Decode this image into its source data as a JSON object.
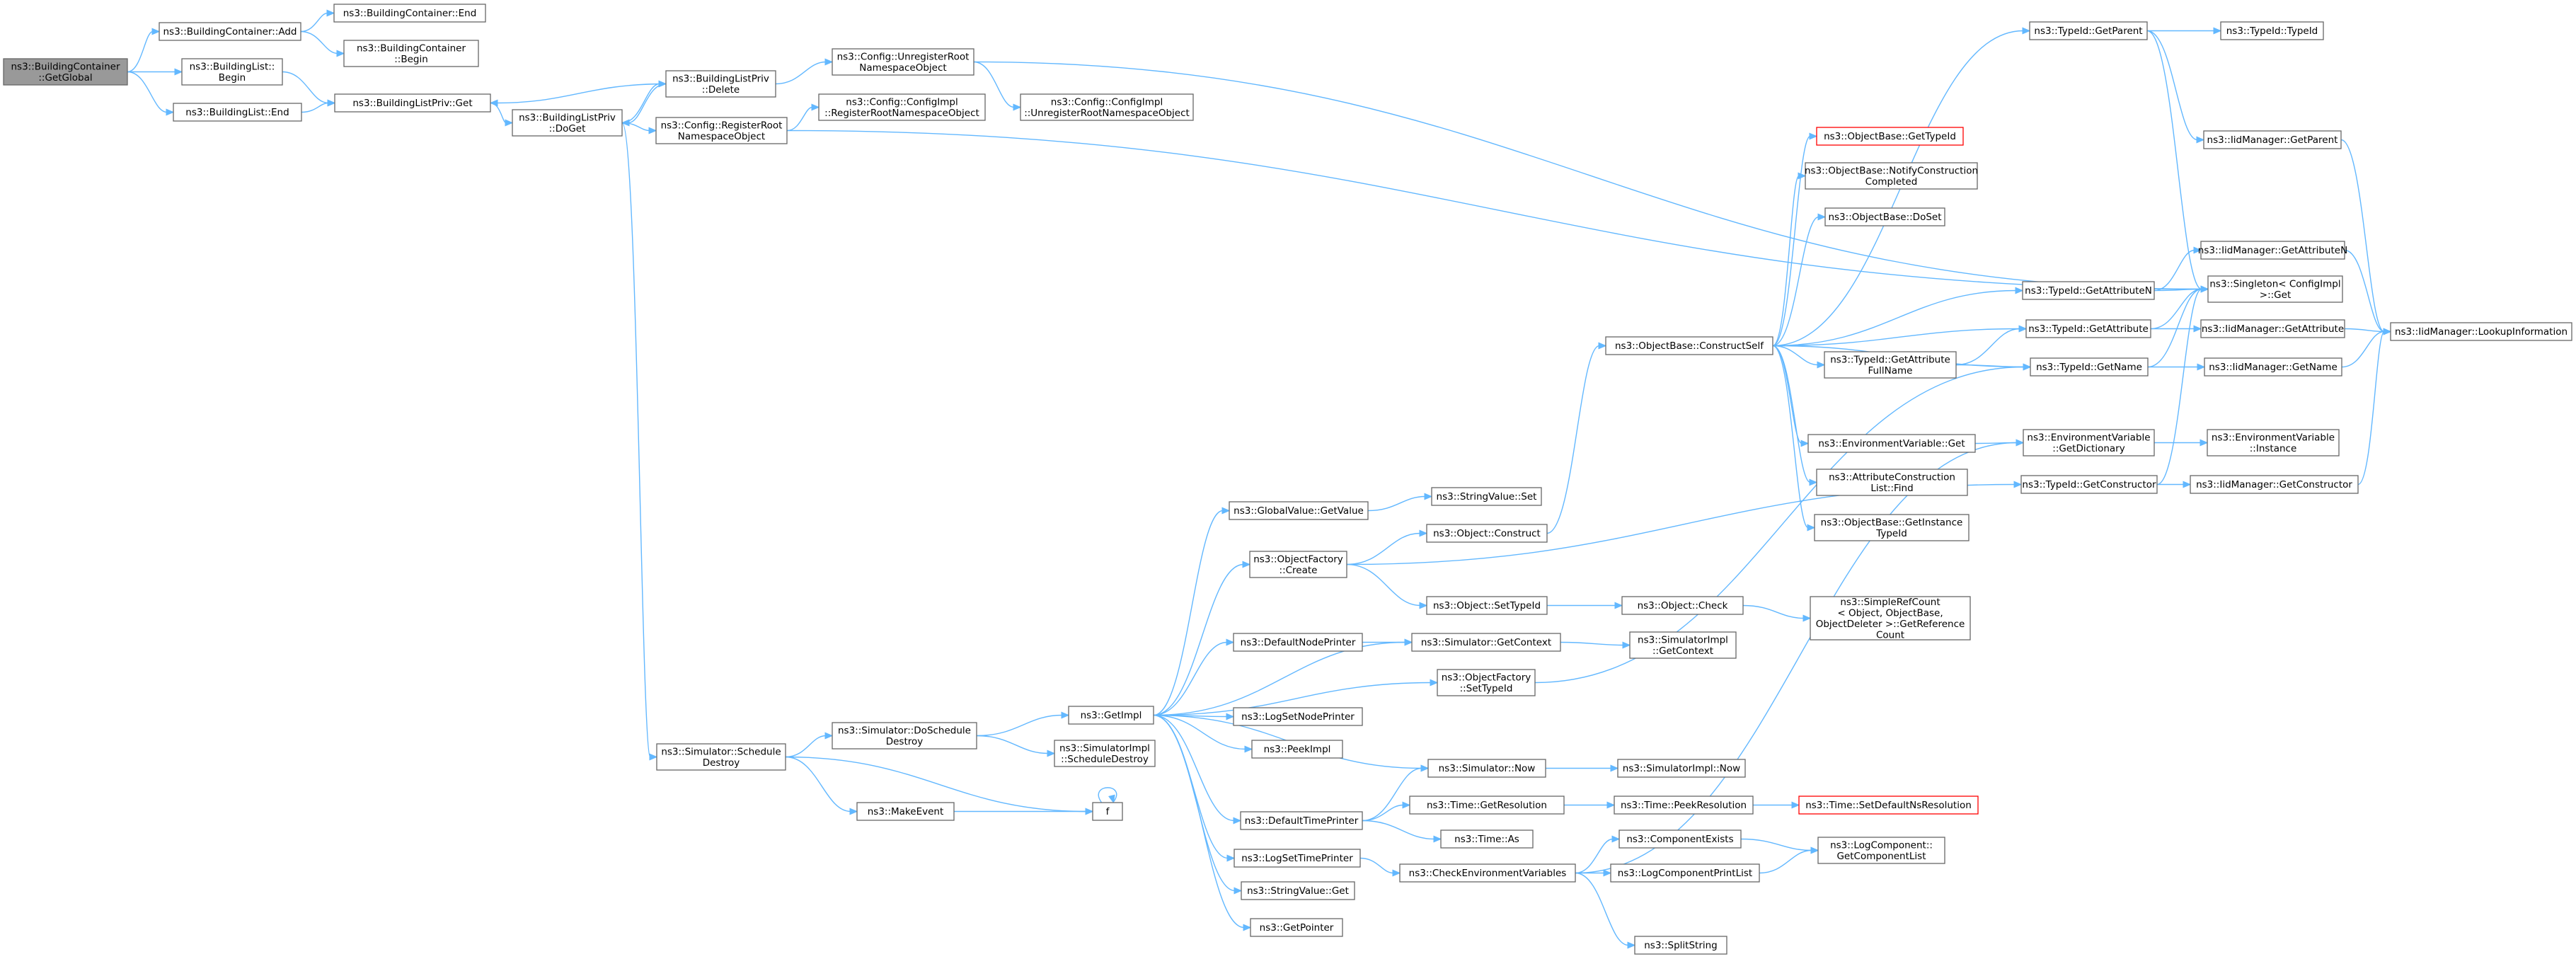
{
  "graph": {
    "colors": {
      "edge": "#63b8ff",
      "node_border": "#666666",
      "root_fill": "#999999",
      "highlight_border": "#ff0000"
    },
    "nodes": [
      {
        "id": "n1",
        "label": [
          "ns3::BuildingContainer",
          "::GetGlobal"
        ],
        "root": true
      },
      {
        "id": "n2",
        "label": [
          "ns3::BuildingContainer::Add"
        ]
      },
      {
        "id": "n3",
        "label": [
          "ns3::BuildingList::",
          "Begin"
        ]
      },
      {
        "id": "n4",
        "label": [
          "ns3::BuildingList::End"
        ]
      },
      {
        "id": "n5",
        "label": [
          "ns3::BuildingContainer::End"
        ]
      },
      {
        "id": "n6",
        "label": [
          "ns3::BuildingContainer",
          "::Begin"
        ]
      },
      {
        "id": "n7",
        "label": [
          "ns3::BuildingListPriv::Get"
        ]
      },
      {
        "id": "n8",
        "label": [
          "ns3::BuildingListPriv",
          "::DoGet"
        ]
      },
      {
        "id": "n9",
        "label": [
          "ns3::BuildingListPriv",
          "::Delete"
        ]
      },
      {
        "id": "n10",
        "label": [
          "ns3::Config::RegisterRoot",
          "NamespaceObject"
        ]
      },
      {
        "id": "n11",
        "label": [
          "ns3::Config::UnregisterRoot",
          "NamespaceObject"
        ]
      },
      {
        "id": "n12",
        "label": [
          "ns3::Config::ConfigImpl",
          "::RegisterRootNamespaceObject"
        ]
      },
      {
        "id": "n13",
        "label": [
          "ns3::Config::ConfigImpl",
          "::UnregisterRootNamespaceObject"
        ]
      },
      {
        "id": "n14",
        "label": [
          "ns3::Simulator::Schedule",
          "Destroy"
        ]
      },
      {
        "id": "n15",
        "label": [
          "ns3::Simulator::DoSchedule",
          "Destroy"
        ]
      },
      {
        "id": "n16",
        "label": [
          "ns3::MakeEvent"
        ]
      },
      {
        "id": "n17",
        "label": [
          "f"
        ]
      },
      {
        "id": "n18",
        "label": [
          "ns3::GetImpl"
        ]
      },
      {
        "id": "n19",
        "label": [
          "ns3::SimulatorImpl",
          "::ScheduleDestroy"
        ]
      },
      {
        "id": "n20",
        "label": [
          "ns3::GlobalValue::GetValue"
        ]
      },
      {
        "id": "n21",
        "label": [
          "ns3::ObjectFactory",
          "::Create"
        ]
      },
      {
        "id": "n22",
        "label": [
          "ns3::DefaultNodePrinter"
        ]
      },
      {
        "id": "n23",
        "label": [
          "ns3::LogSetNodePrinter"
        ]
      },
      {
        "id": "n24",
        "label": [
          "ns3::PeekImpl"
        ]
      },
      {
        "id": "n25",
        "label": [
          "ns3::DefaultTimePrinter"
        ]
      },
      {
        "id": "n26",
        "label": [
          "ns3::LogSetTimePrinter"
        ]
      },
      {
        "id": "n27",
        "label": [
          "ns3::StringValue::Get"
        ]
      },
      {
        "id": "n28",
        "label": [
          "ns3::GetPointer"
        ]
      },
      {
        "id": "n29",
        "label": [
          "ns3::StringValue::Set"
        ]
      },
      {
        "id": "n30",
        "label": [
          "ns3::Object::Construct"
        ]
      },
      {
        "id": "n31",
        "label": [
          "ns3::Object::SetTypeId"
        ]
      },
      {
        "id": "n32",
        "label": [
          "ns3::Simulator::GetContext"
        ]
      },
      {
        "id": "n33",
        "label": [
          "ns3::ObjectFactory",
          "::SetTypeId"
        ]
      },
      {
        "id": "n34",
        "label": [
          "ns3::Simulator::Now"
        ]
      },
      {
        "id": "n35",
        "label": [
          "ns3::Time::GetResolution"
        ]
      },
      {
        "id": "n36",
        "label": [
          "ns3::Time::As"
        ]
      },
      {
        "id": "n37",
        "label": [
          "ns3::CheckEnvironmentVariables"
        ]
      },
      {
        "id": "n38",
        "label": [
          "ns3::ObjectBase::ConstructSelf"
        ]
      },
      {
        "id": "n39",
        "label": [
          "ns3::Object::Check"
        ]
      },
      {
        "id": "n40",
        "label": [
          "ns3::SimulatorImpl",
          "::GetContext"
        ]
      },
      {
        "id": "n41",
        "label": [
          "ns3::SimulatorImpl::Now"
        ]
      },
      {
        "id": "n42",
        "label": [
          "ns3::Time::PeekResolution"
        ]
      },
      {
        "id": "n43",
        "label": [
          "ns3::ComponentExists"
        ]
      },
      {
        "id": "n44",
        "label": [
          "ns3::LogComponentPrintList"
        ]
      },
      {
        "id": "n45",
        "label": [
          "ns3::SplitString"
        ]
      },
      {
        "id": "n46",
        "label": [
          "ns3::ObjectBase::GetTypeId"
        ],
        "highlight": true
      },
      {
        "id": "n47",
        "label": [
          "ns3::ObjectBase::NotifyConstruction",
          "Completed"
        ]
      },
      {
        "id": "n48",
        "label": [
          "ns3::ObjectBase::DoSet"
        ]
      },
      {
        "id": "n49",
        "label": [
          "ns3::TypeId::GetAttribute",
          "FullName"
        ]
      },
      {
        "id": "n50",
        "label": [
          "ns3::EnvironmentVariable::Get"
        ]
      },
      {
        "id": "n51",
        "label": [
          "ns3::AttributeConstruction",
          "List::Find"
        ]
      },
      {
        "id": "n52",
        "label": [
          "ns3::ObjectBase::GetInstance",
          "TypeId"
        ]
      },
      {
        "id": "n53",
        "label": [
          "ns3::SimpleRefCount",
          "< Object, ObjectBase,",
          "ObjectDeleter >::GetReference",
          "Count"
        ]
      },
      {
        "id": "n54",
        "label": [
          "ns3::Time::SetDefaultNsResolution"
        ],
        "highlight": true
      },
      {
        "id": "n55",
        "label": [
          "ns3::LogComponent::",
          "GetComponentList"
        ]
      },
      {
        "id": "n56",
        "label": [
          "ns3::TypeId::GetParent"
        ]
      },
      {
        "id": "n57",
        "label": [
          "ns3::TypeId::GetAttributeN"
        ]
      },
      {
        "id": "n58",
        "label": [
          "ns3::TypeId::GetAttribute"
        ]
      },
      {
        "id": "n59",
        "label": [
          "ns3::TypeId::GetName"
        ]
      },
      {
        "id": "n60",
        "label": [
          "ns3::EnvironmentVariable",
          "::GetDictionary"
        ]
      },
      {
        "id": "n61",
        "label": [
          "ns3::TypeId::GetConstructor"
        ]
      },
      {
        "id": "n62",
        "label": [
          "ns3::TypeId::TypeId"
        ]
      },
      {
        "id": "n63",
        "label": [
          "ns3::IidManager::GetParent"
        ]
      },
      {
        "id": "n64",
        "label": [
          "ns3::IidManager::GetAttributeN"
        ]
      },
      {
        "id": "n65",
        "label": [
          "ns3::Singleton< ConfigImpl",
          ">::Get"
        ]
      },
      {
        "id": "n66",
        "label": [
          "ns3::IidManager::GetAttribute"
        ]
      },
      {
        "id": "n67",
        "label": [
          "ns3::IidManager::GetName"
        ]
      },
      {
        "id": "n68",
        "label": [
          "ns3::EnvironmentVariable",
          "::Instance"
        ]
      },
      {
        "id": "n69",
        "label": [
          "ns3::IidManager::GetConstructor"
        ]
      },
      {
        "id": "n70",
        "label": [
          "ns3::IidManager::LookupInformation"
        ]
      }
    ],
    "edges": [
      [
        "n1",
        "n2"
      ],
      [
        "n1",
        "n3"
      ],
      [
        "n1",
        "n4"
      ],
      [
        "n2",
        "n5"
      ],
      [
        "n2",
        "n6"
      ],
      [
        "n3",
        "n7"
      ],
      [
        "n4",
        "n7"
      ],
      [
        "n7",
        "n8"
      ],
      [
        "n8",
        "n9"
      ],
      [
        "n8",
        "n10"
      ],
      [
        "n8",
        "n14"
      ],
      [
        "n9",
        "n7"
      ],
      [
        "n9",
        "n8"
      ],
      [
        "n9",
        "n11"
      ],
      [
        "n10",
        "n12"
      ],
      [
        "n10",
        "n65"
      ],
      [
        "n11",
        "n13"
      ],
      [
        "n11",
        "n65"
      ],
      [
        "n14",
        "n15"
      ],
      [
        "n14",
        "n16"
      ],
      [
        "n14",
        "n17"
      ],
      [
        "n15",
        "n18"
      ],
      [
        "n15",
        "n19"
      ],
      [
        "n16",
        "n17"
      ],
      [
        "n17",
        "n17"
      ],
      [
        "n18",
        "n20"
      ],
      [
        "n18",
        "n21"
      ],
      [
        "n18",
        "n22"
      ],
      [
        "n18",
        "n32"
      ],
      [
        "n18",
        "n33"
      ],
      [
        "n18",
        "n23"
      ],
      [
        "n18",
        "n24"
      ],
      [
        "n18",
        "n34"
      ],
      [
        "n18",
        "n25"
      ],
      [
        "n18",
        "n26"
      ],
      [
        "n18",
        "n27"
      ],
      [
        "n18",
        "n28"
      ],
      [
        "n20",
        "n29"
      ],
      [
        "n21",
        "n30"
      ],
      [
        "n21",
        "n31"
      ],
      [
        "n21",
        "n61"
      ],
      [
        "n22",
        "n32"
      ],
      [
        "n32",
        "n40"
      ],
      [
        "n30",
        "n38"
      ],
      [
        "n31",
        "n39"
      ],
      [
        "n39",
        "n53"
      ],
      [
        "n33",
        "n59"
      ],
      [
        "n34",
        "n41"
      ],
      [
        "n25",
        "n34"
      ],
      [
        "n25",
        "n35"
      ],
      [
        "n25",
        "n36"
      ],
      [
        "n35",
        "n42"
      ],
      [
        "n42",
        "n54"
      ],
      [
        "n26",
        "n37"
      ],
      [
        "n37",
        "n43"
      ],
      [
        "n37",
        "n44"
      ],
      [
        "n37",
        "n45"
      ],
      [
        "n37",
        "n60"
      ],
      [
        "n43",
        "n55"
      ],
      [
        "n44",
        "n55"
      ],
      [
        "n38",
        "n46"
      ],
      [
        "n38",
        "n47"
      ],
      [
        "n38",
        "n48"
      ],
      [
        "n38",
        "n49"
      ],
      [
        "n38",
        "n50"
      ],
      [
        "n38",
        "n51"
      ],
      [
        "n38",
        "n52"
      ],
      [
        "n38",
        "n56"
      ],
      [
        "n38",
        "n57"
      ],
      [
        "n38",
        "n58"
      ],
      [
        "n38",
        "n59"
      ],
      [
        "n49",
        "n58"
      ],
      [
        "n49",
        "n59"
      ],
      [
        "n50",
        "n60"
      ],
      [
        "n60",
        "n68"
      ],
      [
        "n61",
        "n65"
      ],
      [
        "n61",
        "n69"
      ],
      [
        "n56",
        "n62"
      ],
      [
        "n56",
        "n63"
      ],
      [
        "n56",
        "n65"
      ],
      [
        "n57",
        "n64"
      ],
      [
        "n57",
        "n65"
      ],
      [
        "n58",
        "n66"
      ],
      [
        "n58",
        "n65"
      ],
      [
        "n59",
        "n67"
      ],
      [
        "n59",
        "n65"
      ],
      [
        "n63",
        "n70"
      ],
      [
        "n64",
        "n70"
      ],
      [
        "n66",
        "n70"
      ],
      [
        "n67",
        "n70"
      ],
      [
        "n69",
        "n70"
      ]
    ]
  }
}
